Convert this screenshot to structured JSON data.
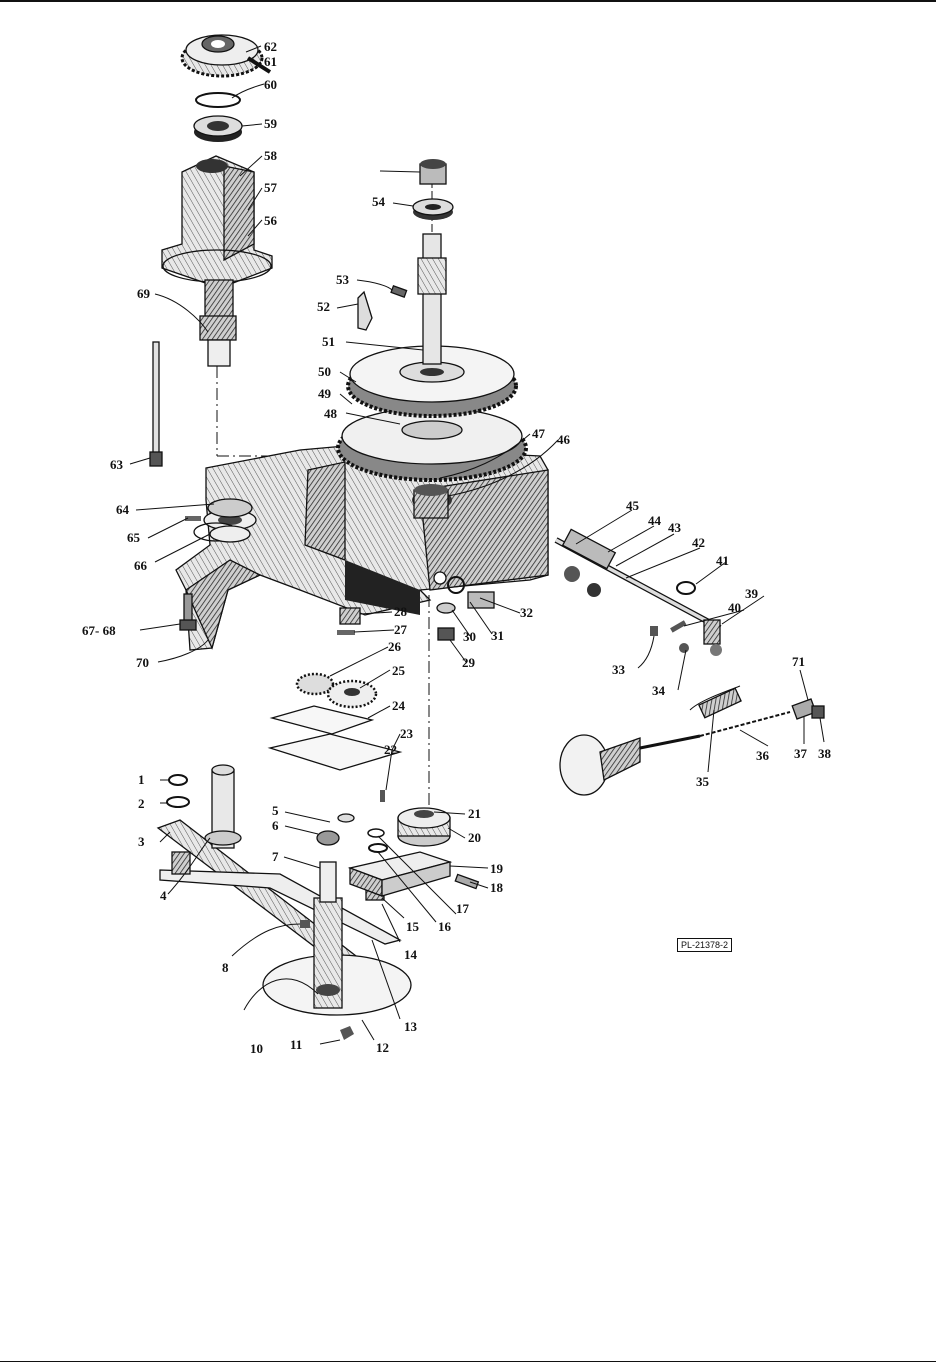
{
  "figure": {
    "plate_ref": "PL-21378-2",
    "callouts": [
      "1",
      "2",
      "3",
      "4",
      "5",
      "6",
      "7",
      "8",
      "10",
      "11",
      "12",
      "13",
      "14",
      "15",
      "16",
      "17",
      "18",
      "19",
      "20",
      "21",
      "22",
      "23",
      "24",
      "25",
      "26",
      "27",
      "28",
      "29",
      "30",
      "31",
      "32",
      "33",
      "34",
      "35",
      "36",
      "37",
      "38",
      "39",
      "40",
      "41",
      "42",
      "43",
      "44",
      "45",
      "46",
      "47",
      "48",
      "49",
      "50",
      "51",
      "52",
      "53",
      "54",
      "56",
      "57",
      "58",
      "59",
      "60",
      "61",
      "62",
      "63",
      "64",
      "65",
      "66",
      "67- 68",
      "69",
      "70",
      "71"
    ]
  }
}
